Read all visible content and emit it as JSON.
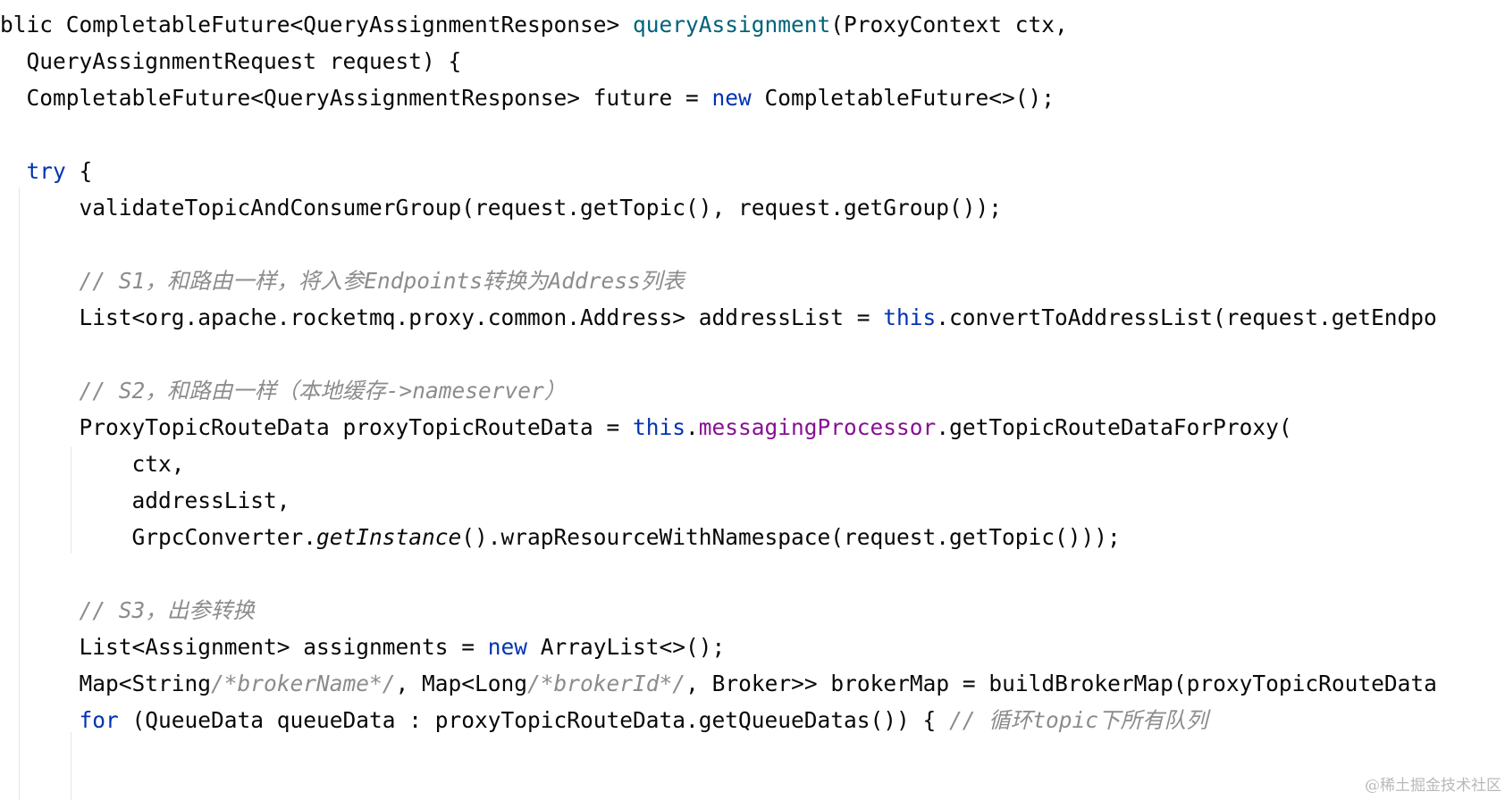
{
  "editor": {
    "lines": [
      {
        "tokens": [
          {
            "text": "blic CompletableFuture<QueryAssignmentResponse> ",
            "style": "plain"
          },
          {
            "text": "queryAssignment",
            "style": "fn"
          },
          {
            "text": "(ProxyContext ctx,",
            "style": "plain"
          }
        ]
      },
      {
        "tokens": [
          {
            "text": "  QueryAssignmentRequest request) {",
            "style": "plain"
          }
        ]
      },
      {
        "tokens": [
          {
            "text": "  CompletableFuture<QueryAssignmentResponse> future = ",
            "style": "plain"
          },
          {
            "text": "new",
            "style": "kw"
          },
          {
            "text": " CompletableFuture<>();",
            "style": "plain"
          }
        ]
      },
      {
        "tokens": []
      },
      {
        "tokens": [
          {
            "text": "  ",
            "style": "plain"
          },
          {
            "text": "try",
            "style": "kw"
          },
          {
            "text": " {",
            "style": "plain"
          }
        ]
      },
      {
        "tokens": [
          {
            "text": "      validateTopicAndConsumerGroup(request.getTopic(), request.getGroup());",
            "style": "plain"
          }
        ]
      },
      {
        "tokens": []
      },
      {
        "tokens": [
          {
            "text": "      // S1，和路由一样，将入参Endpoints转换为Address列表",
            "style": "comment"
          }
        ]
      },
      {
        "tokens": [
          {
            "text": "      List<org.apache.rocketmq.proxy.common.Address> addressList = ",
            "style": "plain"
          },
          {
            "text": "this",
            "style": "kw"
          },
          {
            "text": ".convertToAddressList(request.getEndpo",
            "style": "plain"
          }
        ]
      },
      {
        "tokens": []
      },
      {
        "tokens": [
          {
            "text": "      // S2，和路由一样（本地缓存->nameserver）",
            "style": "comment"
          }
        ]
      },
      {
        "tokens": [
          {
            "text": "      ProxyTopicRouteData proxyTopicRouteData = ",
            "style": "plain"
          },
          {
            "text": "this",
            "style": "kw"
          },
          {
            "text": ".",
            "style": "plain"
          },
          {
            "text": "messagingProcessor",
            "style": "field"
          },
          {
            "text": ".getTopicRouteDataForProxy(",
            "style": "plain"
          }
        ]
      },
      {
        "tokens": [
          {
            "text": "          ctx,",
            "style": "plain"
          }
        ]
      },
      {
        "tokens": [
          {
            "text": "          addressList,",
            "style": "plain"
          }
        ]
      },
      {
        "tokens": [
          {
            "text": "          GrpcConverter.",
            "style": "plain"
          },
          {
            "text": "getInstance",
            "style": "static"
          },
          {
            "text": "().wrapResourceWithNamespace(request.getTopic()));",
            "style": "plain"
          }
        ]
      },
      {
        "tokens": []
      },
      {
        "tokens": [
          {
            "text": "      // S3，出参转换",
            "style": "comment"
          }
        ]
      },
      {
        "tokens": [
          {
            "text": "      List<Assignment> assignments = ",
            "style": "plain"
          },
          {
            "text": "new",
            "style": "kw"
          },
          {
            "text": " ArrayList<>();",
            "style": "plain"
          }
        ]
      },
      {
        "tokens": [
          {
            "text": "      Map<String",
            "style": "plain"
          },
          {
            "text": "/*brokerName*/",
            "style": "comment"
          },
          {
            "text": ", Map<Long",
            "style": "plain"
          },
          {
            "text": "/*brokerId*/",
            "style": "comment"
          },
          {
            "text": ", Broker>> brokerMap = buildBrokerMap(proxyTopicRouteData",
            "style": "plain"
          }
        ]
      },
      {
        "tokens": [
          {
            "text": "      ",
            "style": "plain"
          },
          {
            "text": "for",
            "style": "kw"
          },
          {
            "text": " (QueueData queueData : proxyTopicRouteData.getQueueDatas()) { ",
            "style": "plain"
          },
          {
            "text": "// 循环topic下所有队列",
            "style": "comment"
          }
        ]
      }
    ]
  },
  "watermark": {
    "text": "@稀土掘金技术社区"
  },
  "colors": {
    "keyword": "#0033b3",
    "method_declaration": "#00627a",
    "instance_field": "#871094",
    "comment": "#8c8c8c",
    "plain": "#080808",
    "background": "#ffffff"
  }
}
